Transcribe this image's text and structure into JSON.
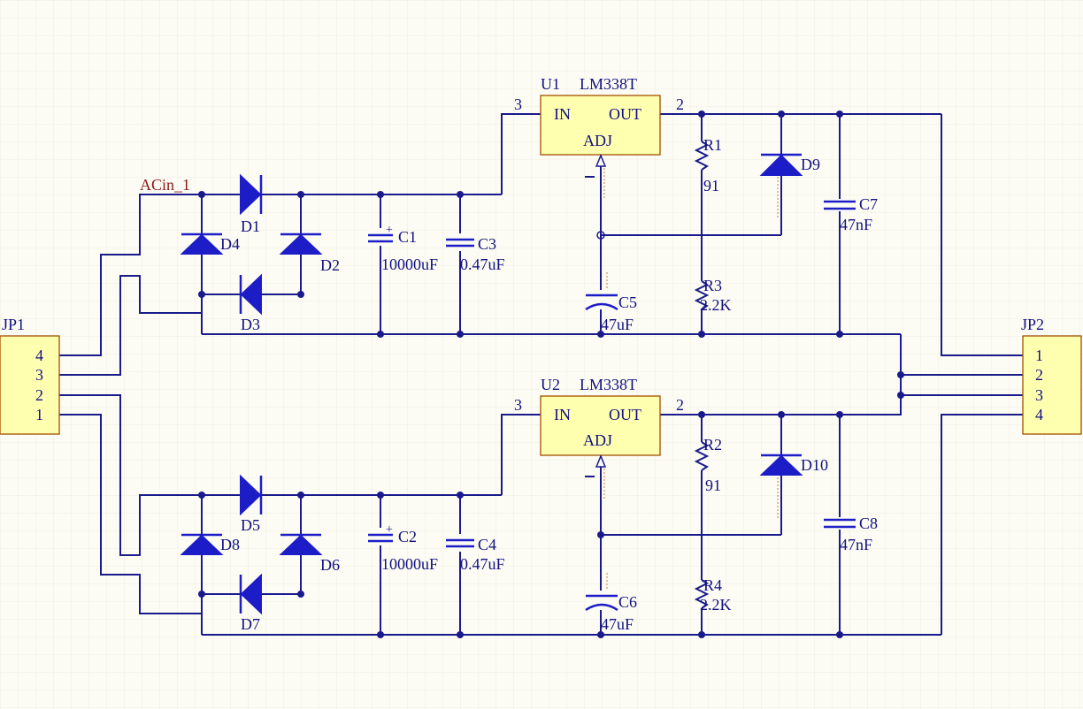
{
  "net_label": "ACin_1",
  "connectors": {
    "jp1": {
      "ref": "JP1",
      "pins": [
        "4",
        "3",
        "2",
        "1"
      ]
    },
    "jp2": {
      "ref": "JP2",
      "pins": [
        "1",
        "2",
        "3",
        "4"
      ]
    }
  },
  "regulators": [
    {
      "ref": "U1",
      "part": "LM338T",
      "in": "IN",
      "out": "OUT",
      "adj": "ADJ",
      "pin_in": "3",
      "pin_out": "2"
    },
    {
      "ref": "U2",
      "part": "LM338T",
      "in": "IN",
      "out": "OUT",
      "adj": "ADJ",
      "pin_in": "3",
      "pin_out": "2"
    }
  ],
  "diodes": {
    "d1": "D1",
    "d2": "D2",
    "d3": "D3",
    "d4": "D4",
    "d5": "D5",
    "d6": "D6",
    "d7": "D7",
    "d8": "D8",
    "d9": "D9",
    "d10": "D10"
  },
  "capacitors": {
    "c1": {
      "ref": "C1",
      "value": "10000uF"
    },
    "c2": {
      "ref": "C2",
      "value": "10000uF"
    },
    "c3": {
      "ref": "C3",
      "value": "0.47uF"
    },
    "c4": {
      "ref": "C4",
      "value": "0.47uF"
    },
    "c5": {
      "ref": "C5",
      "value": "47uF"
    },
    "c6": {
      "ref": "C6",
      "value": "47uF"
    },
    "c7": {
      "ref": "C7",
      "value": "47nF"
    },
    "c8": {
      "ref": "C8",
      "value": "47nF"
    }
  },
  "resistors": {
    "r1": {
      "ref": "R1",
      "value": "91"
    },
    "r2": {
      "ref": "R2",
      "value": "91"
    },
    "r3": {
      "ref": "R3",
      "value": "2.2K"
    },
    "r4": {
      "ref": "R4",
      "value": "2.2K"
    }
  },
  "colors": {
    "wire": "#1a1a8c",
    "component": "#1d1dc8",
    "body": "#ffffb0",
    "background": "#fdfcf4",
    "net_label": "#8b1a1a"
  }
}
